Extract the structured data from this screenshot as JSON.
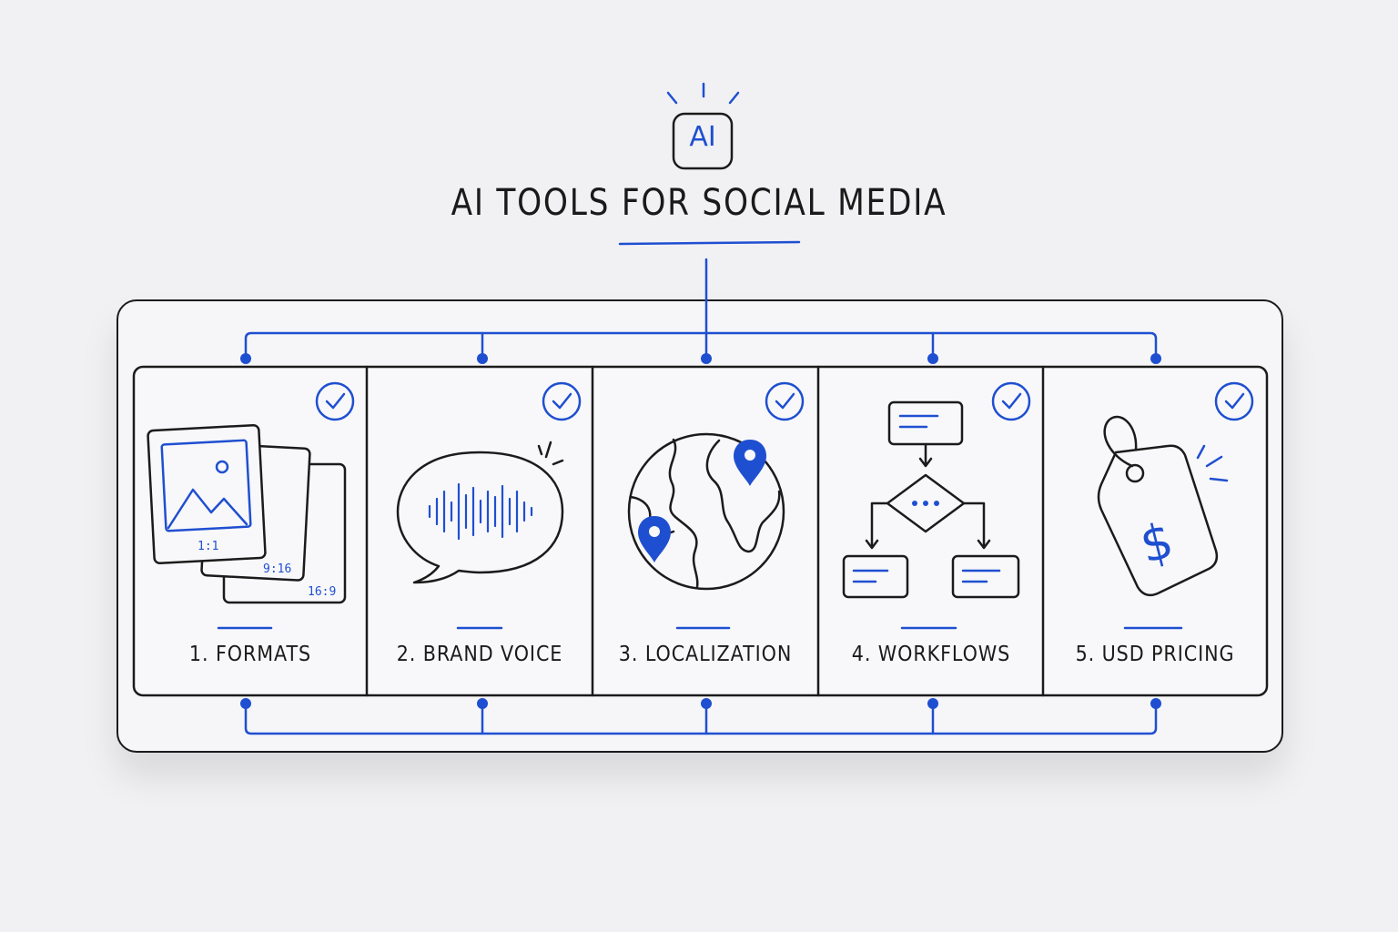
{
  "header": {
    "badge_text": "AI",
    "title": "AI TOOLS FOR SOCIAL MEDIA"
  },
  "colors": {
    "accent": "#1f4fd1",
    "ink": "#1b1b1b",
    "background": "#f1f1f3"
  },
  "cards": [
    {
      "label": "1. FORMATS",
      "icon": "stacked-images-icon",
      "ratios": [
        "1:1",
        "9:16",
        "16:9"
      ]
    },
    {
      "label": "2. BRAND VOICE",
      "icon": "speech-bubble-waveform-icon"
    },
    {
      "label": "3. LOCALIZATION",
      "icon": "globe-pins-icon"
    },
    {
      "label": "4. WORKFLOWS",
      "icon": "flowchart-icon"
    },
    {
      "label": "5. USD PRICING",
      "icon": "price-tag-dollar-icon",
      "symbol": "$"
    }
  ]
}
